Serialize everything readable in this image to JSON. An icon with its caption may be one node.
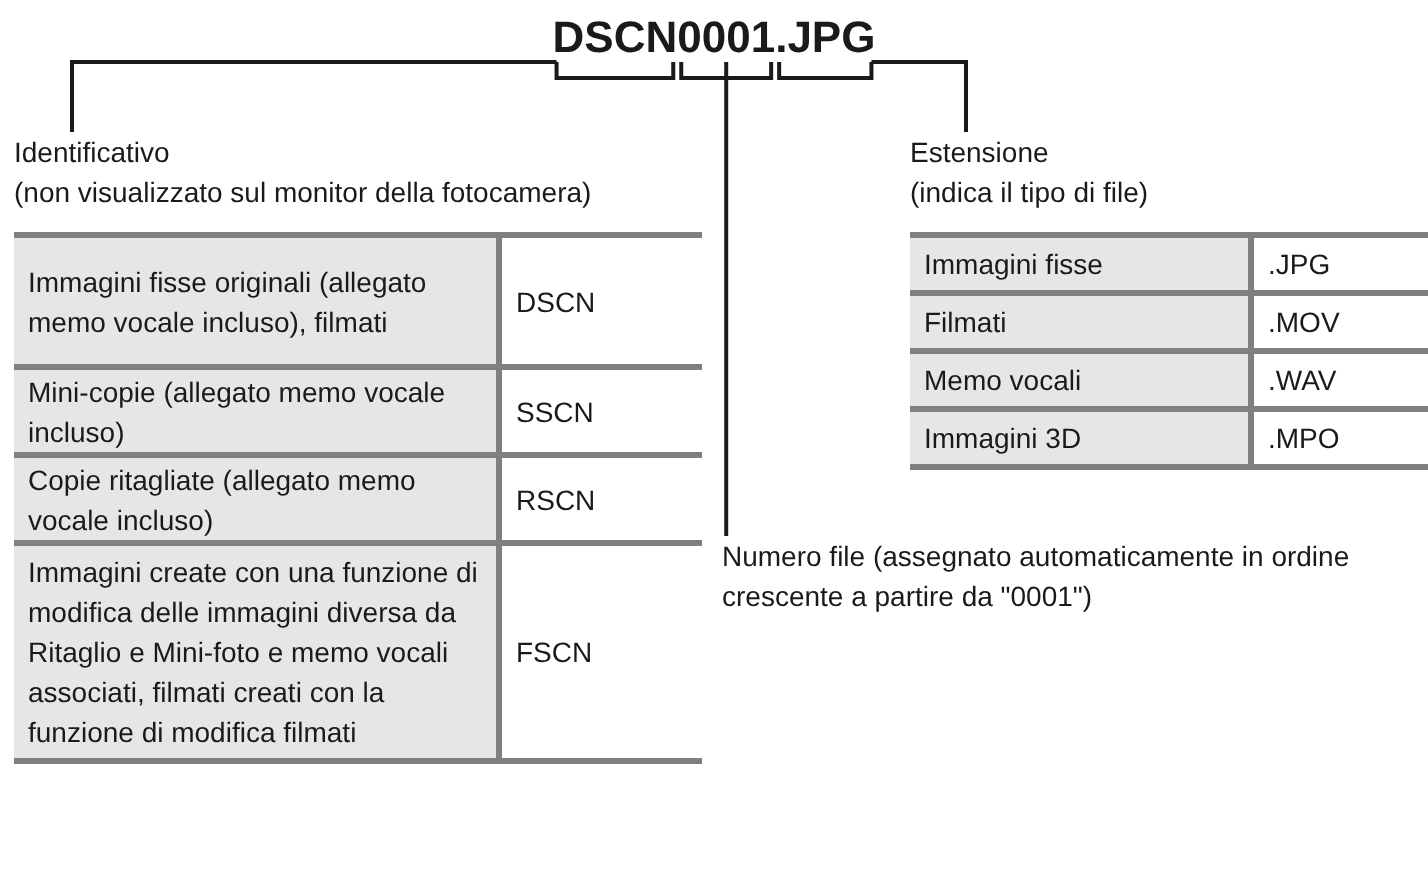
{
  "diagram": {
    "nodes": [
      {
        "text": [
          "DSCN"
        ]
      },
      {
        "text": [
          "0001"
        ]
      },
      {
        "text": [
          ".JPG"
        ]
      },
      {
        "text": [
          "Identificativo",
          "(non visualizzato sul monitor della fotocamera)"
        ]
      },
      {
        "text": [
          "Estensione",
          "(indica il tipo di file)"
        ]
      },
      {
        "text": [
          "Numero file (assegnato automaticamente in ordine crescente a partire da \"0001\")"
        ]
      }
    ],
    "edges": [
      {
        "from": 3,
        "to": 0,
        "arrow": "none"
      },
      {
        "from": 5,
        "to": 1,
        "arrow": "none"
      },
      {
        "from": 4,
        "to": 2,
        "arrow": "none"
      }
    ],
    "labels": [
      "Immagini fisse originali (allegato memo vocale incluso), filmati",
      "DSCN",
      "Mini-copie (allegato memo vocale incluso)",
      "SSCN",
      "Copie ritagliate (allegato memo vocale incluso)",
      "RSCN",
      "Immagini create con una funzione di modifica delle immagini diversa da Ritaglio e Mini-foto e memo vocali associati, filmati creati con la funzione di modifica filmati",
      "FSCN",
      "Immagini fisse",
      ".JPG",
      "Filmati",
      ".MOV",
      "Memo vocali",
      ".WAV",
      "Immagini 3D",
      ".MPO"
    ]
  }
}
